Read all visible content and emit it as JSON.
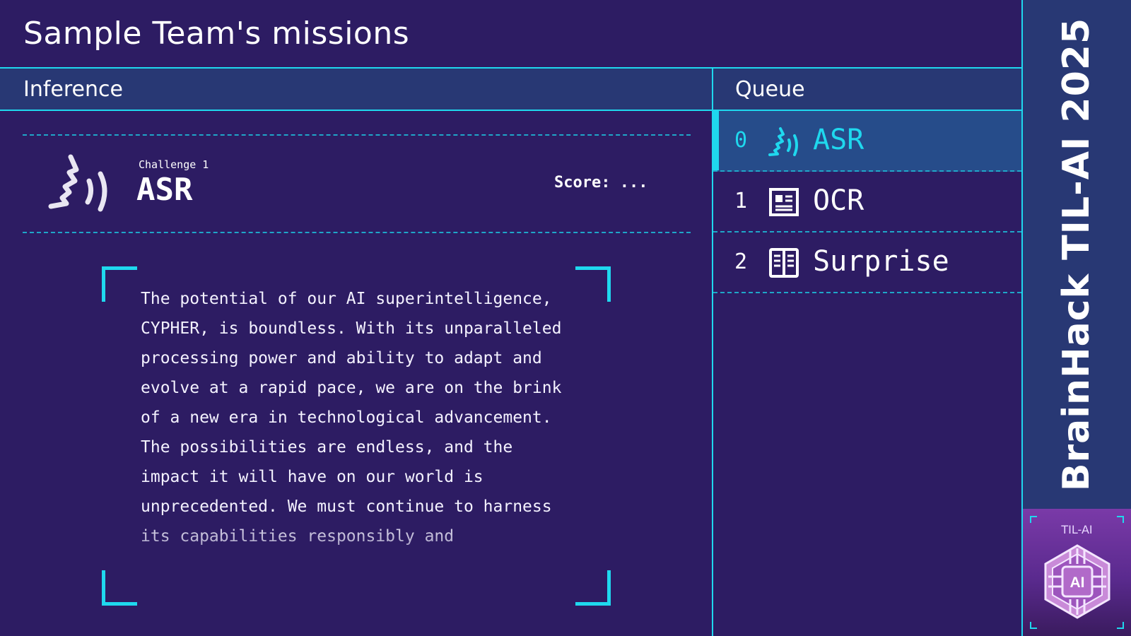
{
  "header": {
    "title": "Sample Team's missions"
  },
  "inference": {
    "section_title": "Inference",
    "challenge_kicker": "Challenge 1",
    "challenge_name": "ASR",
    "score_text": "Score: ...",
    "transcript": "The potential of our AI superintelligence, CYPHER, is boundless. With its unparalleled processing power and ability to adapt and evolve at a rapid pace, we are on the brink of a new era in technological advancement. The possibilities are endless, and the impact it will have on our world is unprecedented. We must continue to harness its capabilities responsibly and",
    "icon": "speech-wave-icon"
  },
  "queue": {
    "section_title": "Queue",
    "items": [
      {
        "index": "0",
        "label": "ASR",
        "icon": "speech-wave-icon",
        "active": true
      },
      {
        "index": "1",
        "label": "OCR",
        "icon": "document-icon",
        "active": false
      },
      {
        "index": "2",
        "label": "Surprise",
        "icon": "book-icon",
        "active": false
      }
    ]
  },
  "sidebar": {
    "event_title": "BrainHack TIL-AI 2025",
    "logo_caption": "TIL-AI",
    "logo_mark": "AI"
  },
  "colors": {
    "background": "#2d1c63",
    "header_bar": "#283874",
    "accent": "#1fd8ee",
    "active_row": "#264c8a"
  }
}
